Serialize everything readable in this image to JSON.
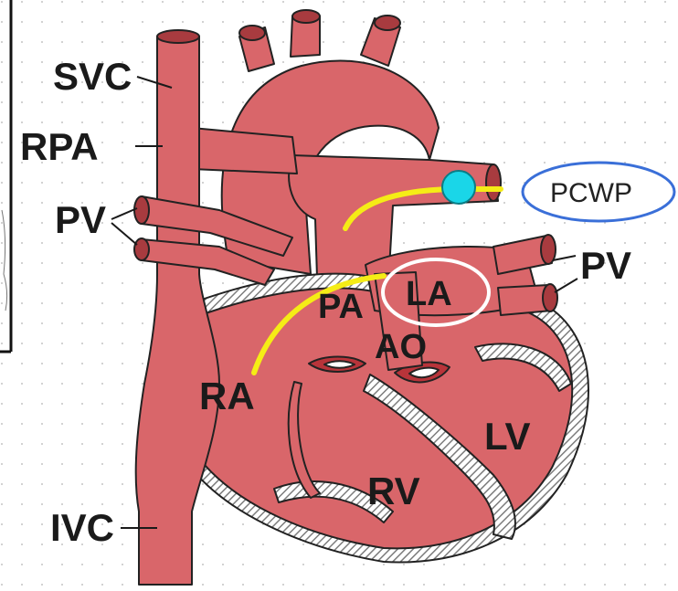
{
  "diagram": {
    "labels": {
      "svc": "SVC",
      "rpa": "RPA",
      "pv_left": "PV",
      "pv_right": "PV",
      "pa": "PA",
      "la": "LA",
      "ao": "AO",
      "ra": "RA",
      "lv": "LV",
      "rv": "RV",
      "ivc": "IVC"
    },
    "callout": {
      "pcwp": "PCWP"
    },
    "colors": {
      "tissue": "#d9666a",
      "tissue_dark": "#a83b3f",
      "valve": "#b8343a",
      "hatch": "#8a8a8a",
      "catheter": "#f5ec16",
      "balloon": "#1ad6e8",
      "pcwp_oval": "#3a6fd8",
      "la_oval": "#ffffff",
      "grid_dots": "#b9b9b9"
    }
  }
}
